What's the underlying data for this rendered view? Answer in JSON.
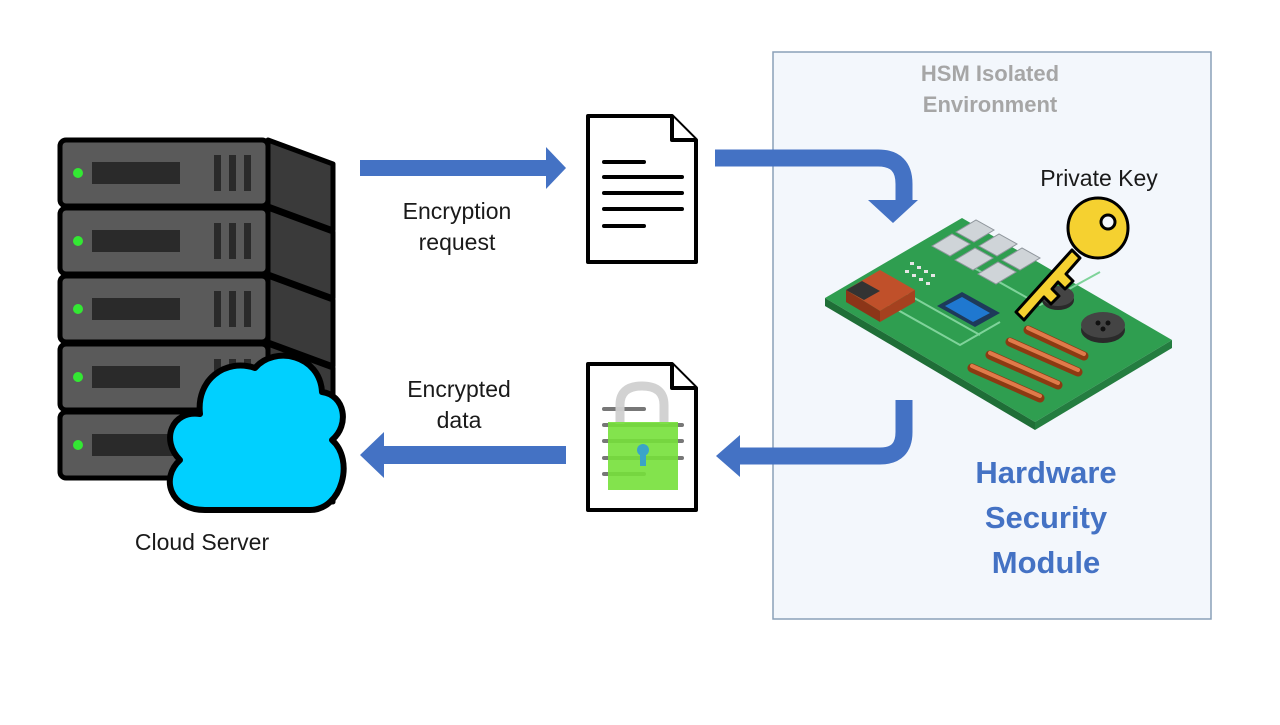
{
  "hsm_box": {
    "title_lines": [
      "HSM Isolated",
      "Environment"
    ],
    "fill": "#f3f7fc",
    "border": "#8aa0b8"
  },
  "labels": {
    "request_lines": [
      "Encryption",
      "request"
    ],
    "response_lines": [
      "Encrypted",
      "data"
    ],
    "server": "Cloud Server",
    "private_key": "Private Key"
  },
  "hsm_name_lines": [
    "Hardware",
    "Security",
    "Module"
  ],
  "icons": {
    "server": "server-rack-icon",
    "cloud": "cloud-icon",
    "document": "document-icon",
    "encrypted_document": "locked-document-icon",
    "board": "circuit-board-icon",
    "key": "key-icon"
  },
  "colors": {
    "arrow": "#4472c4",
    "hsm_text": "#4472c4",
    "hsm_title": "#a6a6a6",
    "cloud": "#00d0ff",
    "board": "#2f9e50",
    "key": "#f5d130",
    "lock": "#76e03a",
    "server_body": "#5a5a5a",
    "server_led": "#33e833"
  }
}
